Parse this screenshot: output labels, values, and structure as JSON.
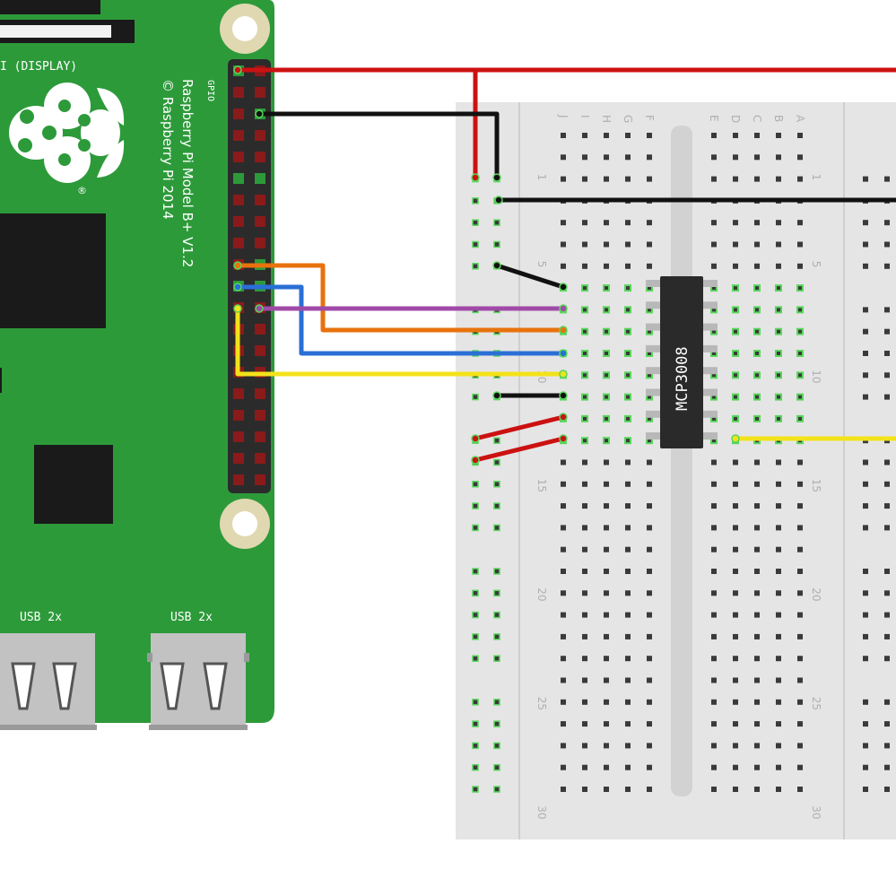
{
  "board": {
    "display_label": "I (DISPLAY)",
    "gpio_label": "GPIO",
    "model_label": "Raspberry Pi Model B+ V1.2",
    "copyright_label": "© Raspberry Pi 2014",
    "trademark": "®",
    "usb_labels": [
      "USB 2x",
      "USB 2x"
    ]
  },
  "breadboard": {
    "column_letters_left": [
      "J",
      "I",
      "H",
      "G",
      "F"
    ],
    "column_letters_right": [
      "E",
      "D",
      "C",
      "B",
      "A"
    ],
    "row_numbers": [
      "1",
      "5",
      "10",
      "15",
      "20",
      "25",
      "30"
    ],
    "row_count": 30
  },
  "chip": {
    "label": "MCP3008",
    "pins_per_side": 8
  },
  "wires": [
    {
      "name": "power-3v3-wire",
      "color": "#cc1111"
    },
    {
      "name": "ground-wire",
      "color": "#111111"
    },
    {
      "name": "clock-wire",
      "color": "#e8720c"
    },
    {
      "name": "mosi-wire",
      "color": "#2a6fd6"
    },
    {
      "name": "miso-wire",
      "color": "#a04aa8"
    },
    {
      "name": "chip-select-wire",
      "color": "#f3e21a"
    },
    {
      "name": "analog-input-wire",
      "color": "#f3e21a"
    }
  ],
  "colors": {
    "pcb": "#2d9a3a",
    "pcb_edge": "#1f7a2b",
    "breadboard": "#e5e5e5",
    "hole_highlight": "#59d65c",
    "header_pin": "#8b1a1a"
  }
}
